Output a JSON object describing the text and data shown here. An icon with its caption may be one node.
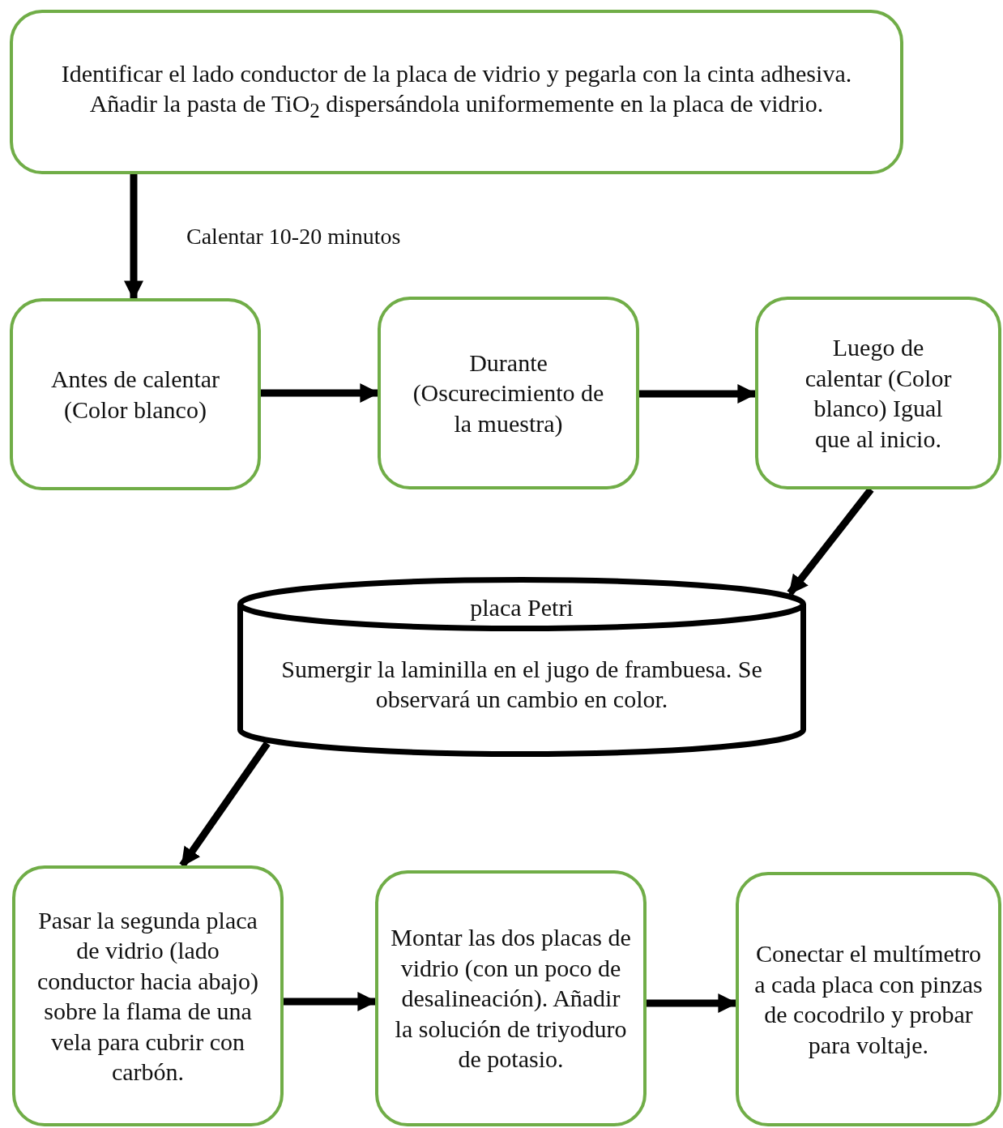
{
  "diagram": {
    "nodes": [
      {
        "text": [
          "Identificar el lado conductor de la placa de vidrio y pegarla con la cinta adhesiva. Añadir la pasta de TiO$_{2}$ dispersándola uniformemente en la placa de vidrio."
        ]
      },
      {
        "text": [
          "Antes de calentar (Color blanco)"
        ]
      },
      {
        "text": [
          "Durante (Oscurecimiento de la muestra)"
        ]
      },
      {
        "text": [
          "Luego de calentar (Color blanco) Igual que al inicio."
        ]
      },
      {
        "text": [
          "placa Petri",
          "Sumergir la laminilla en el jugo de frambuesa. Se observará un cambio en color."
        ]
      },
      {
        "text": [
          "Pasar la segunda placa de vidrio (lado conductor hacia abajo) sobre la flama de una vela para cubrir con carbón."
        ]
      },
      {
        "text": [
          "Montar las dos placas de vidrio (con un poco de desalineación). Añadir la solución de triyoduro de potasio."
        ]
      },
      {
        "text": [
          "Conectar el multímetro a cada placa con pinzas de cocodrilo y probar para voltaje."
        ]
      }
    ],
    "edges": [
      {
        "from": 0,
        "to": 1,
        "arrow": "to",
        "label": "Calentar 10-20 minutos"
      },
      {
        "from": 1,
        "to": 2,
        "arrow": "to"
      },
      {
        "from": 2,
        "to": 3,
        "arrow": "to"
      },
      {
        "from": 3,
        "to": 4,
        "arrow": "to"
      },
      {
        "from": 4,
        "to": 5,
        "arrow": "to"
      },
      {
        "from": 5,
        "to": 6,
        "arrow": "to"
      },
      {
        "from": 6,
        "to": 7,
        "arrow": "to"
      }
    ]
  }
}
